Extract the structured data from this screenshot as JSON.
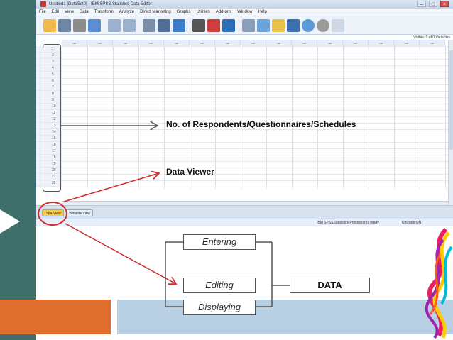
{
  "window": {
    "title": "Untitled1 [DataSet0] - IBM SPSS Statistics Data Editor",
    "controls": [
      "–",
      "□",
      "×"
    ]
  },
  "menu": [
    "File",
    "Edit",
    "View",
    "Data",
    "Transform",
    "Analyze",
    "Direct Marketing",
    "Graphs",
    "Utilities",
    "Add-ons",
    "Window",
    "Help"
  ],
  "toolbar_icons": [
    "open-icon",
    "save-icon",
    "print-icon",
    "recall-dialog-icon",
    "undo-icon",
    "redo-icon",
    "goto-case-icon",
    "goto-variable-icon",
    "variables-icon",
    "find-icon",
    "insert-cases-icon",
    "insert-variable-icon",
    "split-file-icon",
    "weight-cases-icon",
    "select-cases-icon",
    "value-labels-icon",
    "use-sets-icon",
    "show-all-icon",
    "spell-icon",
    "abc-icon"
  ],
  "visible_info": "Visible: 0 of 0 Variables",
  "grid": {
    "column_header": "var",
    "column_count": 15,
    "rows": [
      "1",
      "2",
      "3",
      "4",
      "5",
      "6",
      "7",
      "8",
      "9",
      "10",
      "11",
      "12",
      "13",
      "14",
      "15",
      "16",
      "17",
      "18",
      "19",
      "20",
      "21",
      "22"
    ]
  },
  "tabs": {
    "data_view": "Data View",
    "variable_view": "Variable View"
  },
  "status": {
    "processor": "IBM SPSS Statistics Processor is ready",
    "unicode": "Unicode:ON"
  },
  "annotations": {
    "respondents": "No. of Respondents/Questionnaires/Schedules",
    "data_viewer": "Data Viewer"
  },
  "diagram": {
    "entering": "Entering",
    "editing": "Editing",
    "displaying": "Displaying",
    "data": "DATA"
  },
  "colors": {
    "annotation_red": "#d12b2b",
    "slide_teal": "#3f6f6a",
    "slide_orange": "#e06e2e",
    "slide_blue": "#b9cfe4",
    "data_view_tab": "#f2c94c"
  }
}
